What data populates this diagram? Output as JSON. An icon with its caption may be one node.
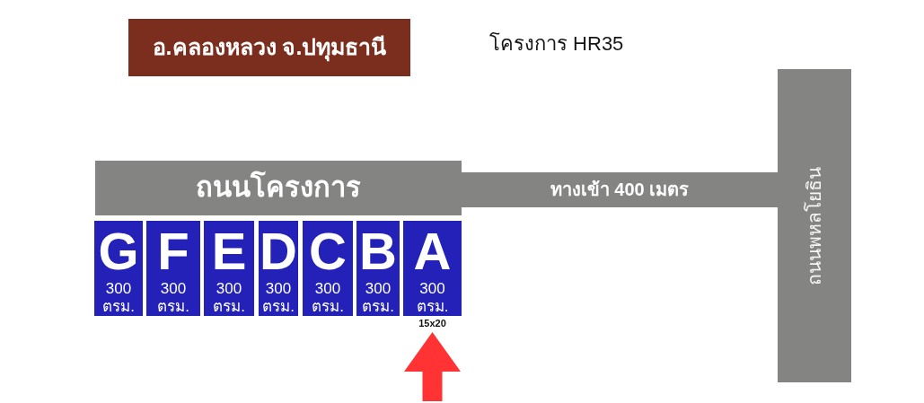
{
  "diagram": {
    "nodes": [
      {
        "text": [
          "อ.คลองหลวง จ.ปทุมธานี"
        ]
      },
      {
        "text": [
          "ถนนโครงการ"
        ]
      },
      {
        "text": [
          "ทางเข้า 400 เมตร"
        ]
      },
      {
        "text": [
          "ถนนพหลโยธิน"
        ]
      },
      {
        "text": [
          "G",
          "300 ตรม."
        ]
      },
      {
        "text": [
          "F",
          "300 ตรม."
        ]
      },
      {
        "text": [
          "E",
          "300 ตรม."
        ]
      },
      {
        "text": [
          "D",
          "300 ตรม."
        ]
      },
      {
        "text": [
          "C",
          "300 ตรม."
        ]
      },
      {
        "text": [
          "B",
          "300 ตรม."
        ]
      },
      {
        "text": [
          "A",
          "300 ตรม."
        ],
        "beside": [
          "15x20"
        ]
      }
    ],
    "edges": [
      {
        "from": null,
        "to": 10,
        "arrow": "to",
        "color": "#ff3333"
      }
    ],
    "labels": [
      "โครงการ HR35"
    ]
  }
}
